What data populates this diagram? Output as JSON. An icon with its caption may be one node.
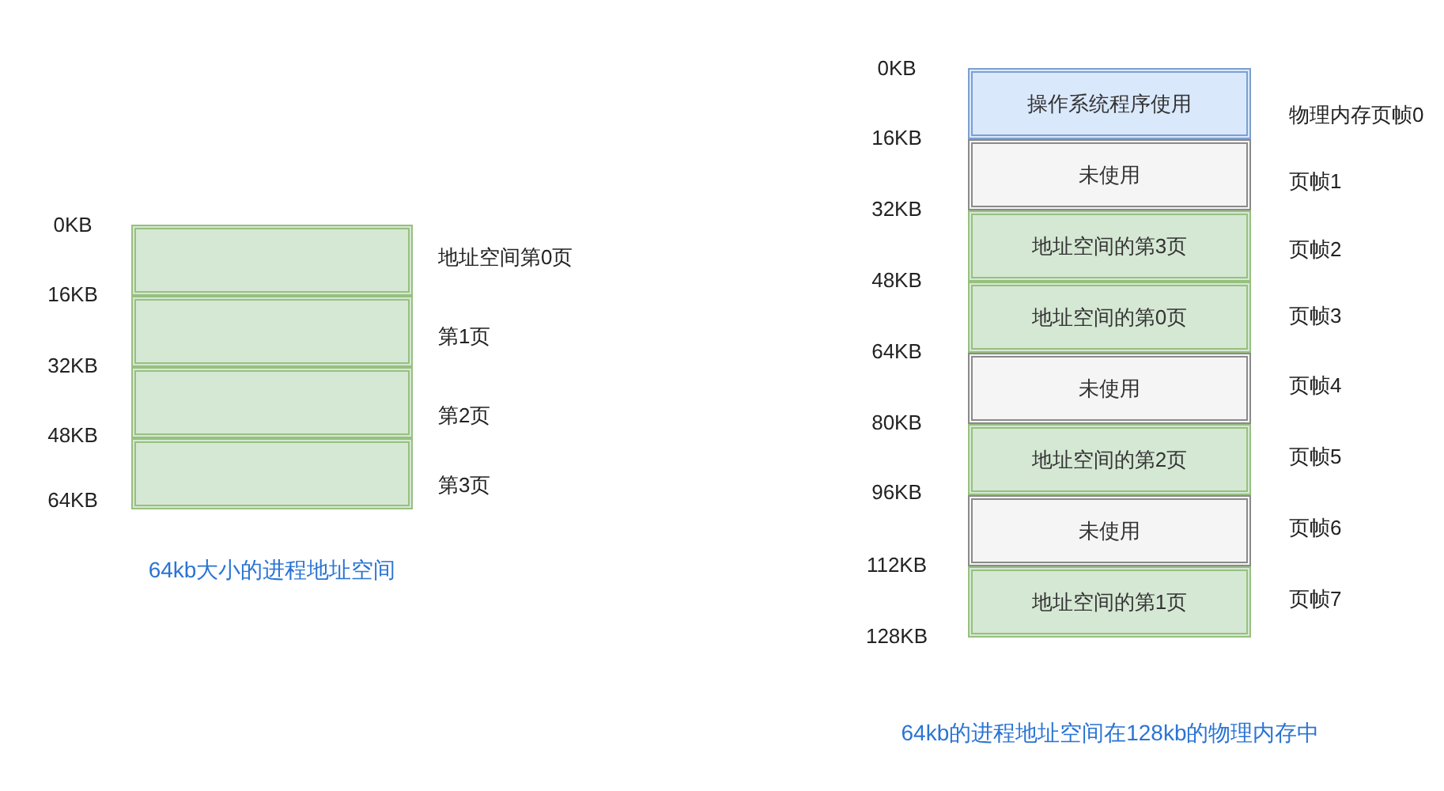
{
  "diagram": {
    "nodes": [
      {
        "text": [],
        "shape": "box",
        "beside": [
          "地址空间第0页"
        ]
      },
      {
        "text": [],
        "shape": "box",
        "beside": [
          "第1页"
        ]
      },
      {
        "text": [],
        "shape": "box",
        "beside": [
          "第2页"
        ]
      },
      {
        "text": [],
        "shape": "box",
        "beside": [
          "第3页"
        ]
      },
      {
        "text": [
          "操作系统程序使用"
        ],
        "beside": [
          "物理内存页帧0"
        ]
      },
      {
        "text": [
          "未使用"
        ],
        "beside": [
          "页帧1"
        ]
      },
      {
        "text": [
          "地址空间的第3页"
        ],
        "beside": [
          "页帧2"
        ]
      },
      {
        "text": [
          "地址空间的第0页"
        ],
        "beside": [
          "页帧3"
        ]
      },
      {
        "text": [
          "未使用"
        ],
        "beside": [
          "页帧4"
        ]
      },
      {
        "text": [
          "地址空间的第2页"
        ],
        "beside": [
          "页帧5"
        ]
      },
      {
        "text": [
          "未使用"
        ],
        "beside": [
          "页帧6"
        ]
      },
      {
        "text": [
          "地址空间的第1页"
        ],
        "beside": [
          "页帧7"
        ]
      }
    ],
    "labels": [
      "0KB",
      "16KB",
      "32KB",
      "48KB",
      "64KB",
      "64kb大小的进程地址空间",
      "0KB",
      "16KB",
      "32KB",
      "48KB",
      "64KB",
      "80KB",
      "96KB",
      "112KB",
      "128KB",
      "64kb的进程地址空间在128kb的物理内存中"
    ]
  }
}
